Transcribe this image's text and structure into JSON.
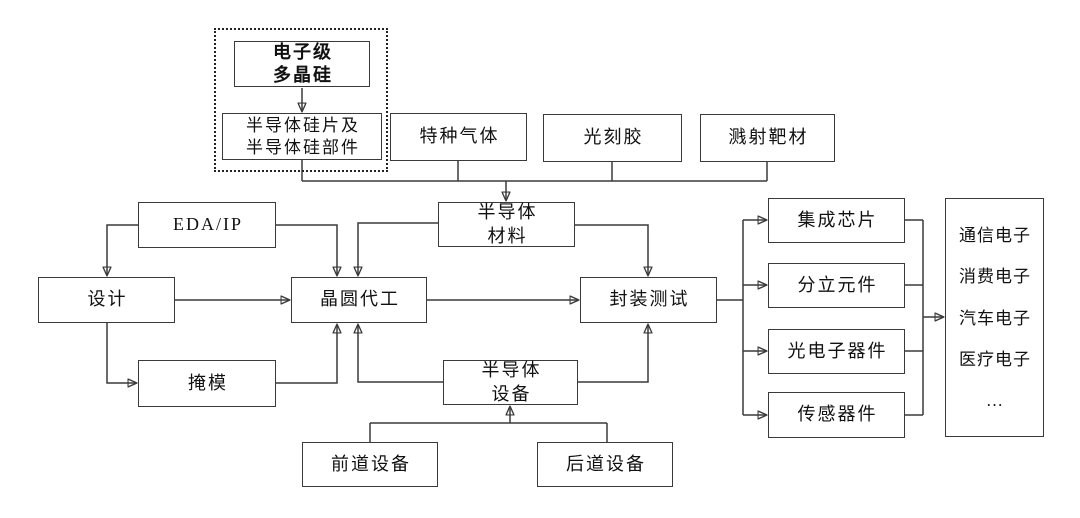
{
  "diagram": {
    "nodes": {
      "poly_si": {
        "label": "电子级\n多晶硅"
      },
      "si_wafer": {
        "label": "半导体硅片及\n半导体硅部件"
      },
      "special_gas": {
        "label": "特种气体"
      },
      "photoresist": {
        "label": "光刻胶"
      },
      "sputter_target": {
        "label": "溅射靶材"
      },
      "eda_ip": {
        "label": "EDA/IP"
      },
      "design": {
        "label": "设计"
      },
      "mask": {
        "label": "掩模"
      },
      "foundry": {
        "label": "晶圆代工"
      },
      "materials": {
        "label": "半导体\n材料"
      },
      "packaging": {
        "label": "封装测试"
      },
      "equipment": {
        "label": "半导体\n设备"
      },
      "frontend_equip": {
        "label": "前道设备"
      },
      "backend_equip": {
        "label": "后道设备"
      },
      "ic_chip": {
        "label": "集成芯片"
      },
      "discrete": {
        "label": "分立元件"
      },
      "optoelectronic": {
        "label": "光电子器件"
      },
      "sensor": {
        "label": "传感器件"
      }
    },
    "applications": {
      "items": [
        "通信电子",
        "消费电子",
        "汽车电子",
        "医疗电子",
        "…"
      ]
    },
    "colors": {
      "line": "#3a3a3a",
      "box_border": "#3a3a3a",
      "background": "#ffffff",
      "text": "#111111"
    }
  }
}
